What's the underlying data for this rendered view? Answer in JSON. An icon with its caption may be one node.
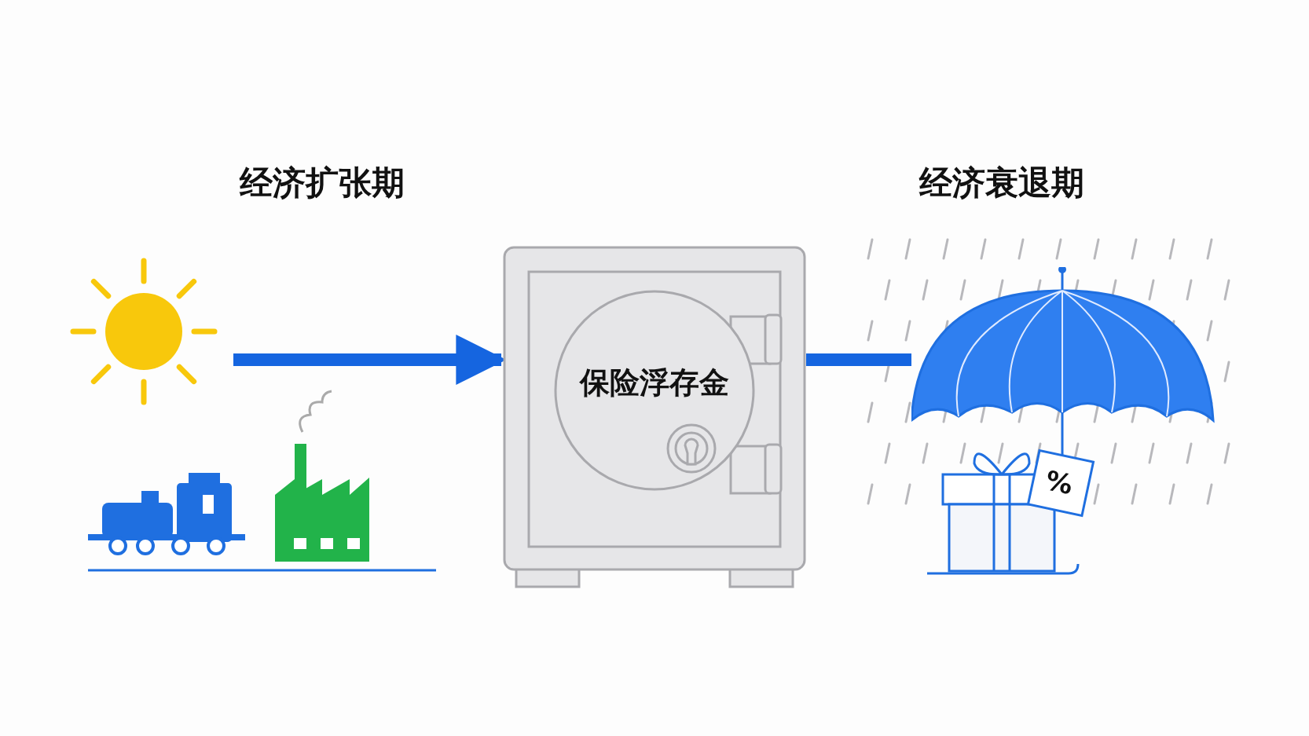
{
  "diagram": {
    "nodes": [
      {
        "text": [],
        "shape": "picture"
      },
      {
        "text": [
          "保险浮存金"
        ]
      },
      {
        "text": [],
        "shape": "picture"
      }
    ],
    "edges": [
      {
        "from": 0,
        "to": 1,
        "arrow": "to"
      },
      {
        "from": 1,
        "to": 2,
        "arrow": "none"
      }
    ],
    "labels": [
      "经济扩张期",
      "经济衰退期",
      "%"
    ]
  }
}
